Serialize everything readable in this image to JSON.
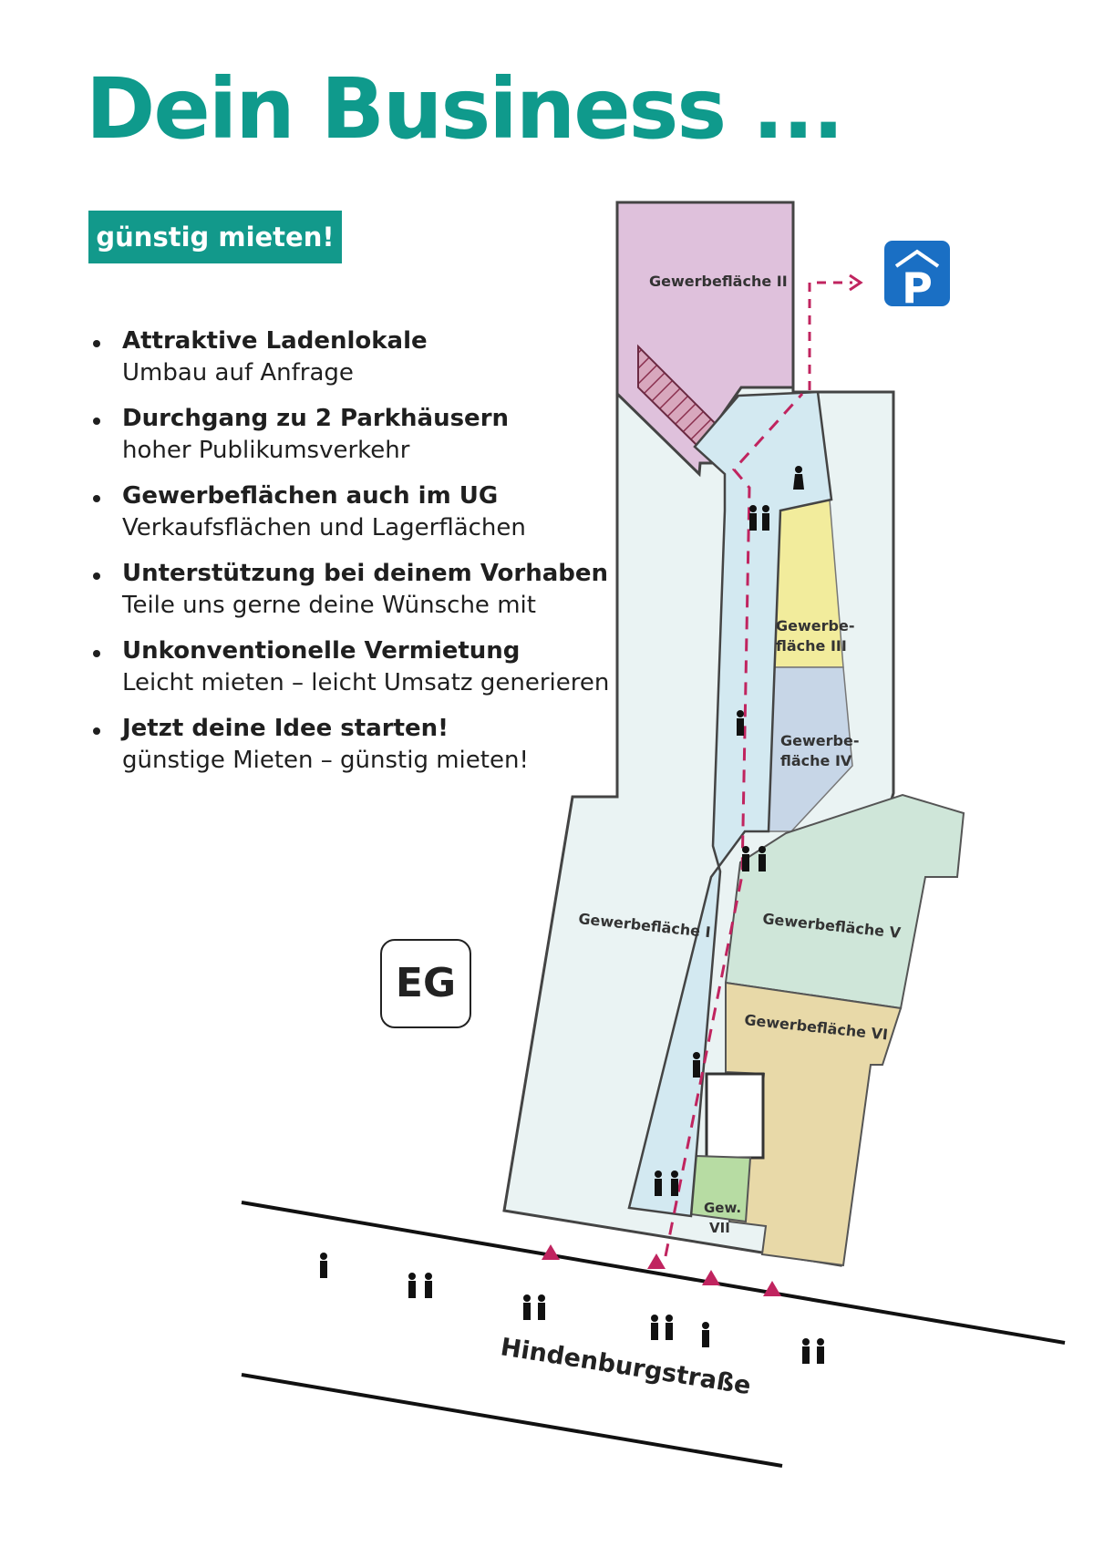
{
  "title": "Dein Business ...",
  "badge": "günstig mieten!",
  "features": [
    {
      "title": "Attraktive Ladenlokale",
      "subtitle": "Umbau auf Anfrage"
    },
    {
      "title": "Durchgang zu 2 Parkhäusern",
      "subtitle": "hoher Publikumsverkehr"
    },
    {
      "title": "Gewerbeflächen auch im UG",
      "subtitle": "Verkaufsflächen und Lagerflächen"
    },
    {
      "title": "Unterstützung bei deinem Vorhaben",
      "subtitle": "Teile uns gerne deine Wünsche mit"
    },
    {
      "title": "Unkonventionelle Vermietung",
      "subtitle": "Leicht mieten – leicht Umsatz generieren"
    },
    {
      "title": "Jetzt deine Idee starten!",
      "subtitle": "günstige Mieten – günstig mieten!"
    }
  ],
  "floor_label": "EG",
  "parking_symbol": "P",
  "street_name": "Hindenburgstraße",
  "areas": {
    "area_1": [
      "Gewerbefläche I"
    ],
    "area_2": [
      "Gewerbefläche II"
    ],
    "area_3": [
      "Gewerbe-",
      "fläche III"
    ],
    "area_4": [
      "Gewerbe-",
      "fläche IV"
    ],
    "area_5": [
      "Gewerbefläche V"
    ],
    "area_6": [
      "Gewerbefläche VI"
    ],
    "area_7": [
      "Gew.",
      "VII"
    ]
  },
  "colors": {
    "accent": "#12998b",
    "area_1": "#eaf3f3",
    "area_2": "#dfc1dc",
    "area_3": "#f2ec9c",
    "area_4": "#c7d6e7",
    "area_5": "#cfe6d9",
    "area_6": "#e8d9a8",
    "area_7": "#b7dca3",
    "corridor": "#d3e9f1",
    "route": "#c0245f",
    "parking": "#1a6fc4"
  }
}
